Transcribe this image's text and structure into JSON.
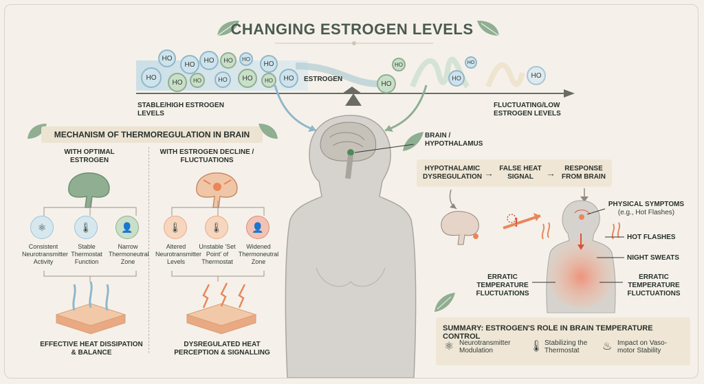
{
  "title": "CHANGING ESTROGEN LEVELS",
  "molecule_label": "HO",
  "timeline": {
    "estrogen_label": "ESTROGEN",
    "left_label": "STABLE/HIGH ESTROGEN LEVELS",
    "right_label": "FLUCTUATING/LOW ESTROGEN LEVELS"
  },
  "brain_label": "BRAIN / HYPOTHALAMUS",
  "mechanism": {
    "title": "MECHANISM OF THERMOREGULATION IN BRAIN",
    "optimal": {
      "heading": "WITH OPTIMAL ESTROGEN",
      "items": [
        "Consistent Neurotransmitter Activity",
        "Stable Thermostat Function",
        "Narrow Thermoneutral Zone"
      ],
      "result": "EFFECTIVE HEAT DISSIPATION & BALANCE"
    },
    "decline": {
      "heading": "WITH ESTROGEN DECLINE / FLUCTUATIONS",
      "items": [
        "Altered Neurotransmitter Levels",
        "Unstable 'Set Point' of Thermostat",
        "Widened Thermoneutral Zone"
      ],
      "result": "DYSREGULATED HEAT PERCEPTION & SIGNALLING"
    }
  },
  "flow": [
    "HYPOTHALAMIC DYSREGULATION",
    "FALSE HEAT SIGNAL",
    "RESPONSE FROM BRAIN"
  ],
  "symptoms": {
    "physical": "PHYSICAL SYMPTOMS",
    "physical_sub": "(e.g., Hot Flashes)",
    "hot_flashes": "HOT FLASHES",
    "night_sweats": "NIGHT SWEATS",
    "erratic_left": "ERRATIC TEMPERATURE FLUCTUATIONS",
    "erratic_right": "ERRATIC TEMPERATURE FLUCTUATIONS"
  },
  "summary": {
    "title": "SUMMARY:  ESTROGEN'S ROLE IN BRAIN TEMPERATURE CONTROL",
    "items": [
      "Neurotransmitter Modulation",
      "Stabilizing the Thermostat",
      "Impact on Vaso-motor Stability"
    ]
  },
  "colors": {
    "green": "#8fae92",
    "blue": "#9cc3d6",
    "orange": "#e8875a",
    "red": "#d9523b",
    "beige": "#efe6d6"
  }
}
